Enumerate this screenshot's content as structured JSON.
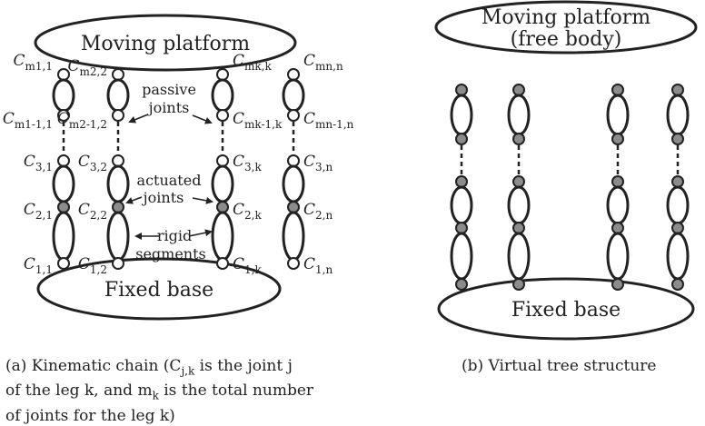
{
  "left": {
    "platform_label": "Moving platform",
    "base_label": "Fixed base",
    "annotations": {
      "passive_line1": "passive",
      "passive_line2": "joints",
      "actuated_line1": "actuated",
      "actuated_line2": "joints",
      "rigid_line1": "rigid",
      "rigid_line2": "segments"
    },
    "joint_labels": {
      "leg1": [
        "C",
        "m1,1",
        "C",
        "m1-1,1",
        "C",
        "3,1",
        "C",
        "2,1",
        "C",
        "1,1"
      ],
      "leg2": [
        "C",
        "m2,2",
        "C",
        "m2-1,2",
        "C",
        "3,2",
        "C",
        "2,2",
        "C",
        "1,2"
      ],
      "legk": [
        "C",
        "mk,k",
        "C",
        "mk-1,k",
        "C",
        "3,k",
        "C",
        "2,k",
        "C",
        "1,k"
      ],
      "legn": [
        "C",
        "mn,n",
        "C",
        "mn-1,n",
        "C",
        "3,n",
        "C",
        "2,n",
        "C",
        "1,n"
      ]
    },
    "caption_line1": "(a) Kinematic chain (C",
    "caption_sub1": "j,k",
    "caption_line1b": " is the joint j",
    "caption_line2": "of the leg k, and m",
    "caption_sub2": "k",
    "caption_line2b": " is the total number",
    "caption_line3": "of joints for the leg k)"
  },
  "right": {
    "platform_line1": "Moving platform",
    "platform_line2": "(free body)",
    "base_label": "Fixed base",
    "caption": "(b) Virtual tree structure"
  },
  "colors": {
    "stroke": "#222222",
    "actuated_fill": "#8c8c8c",
    "passive_fill": "#ffffff"
  }
}
